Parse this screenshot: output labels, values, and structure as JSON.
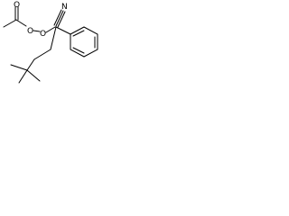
{
  "molecule": {
    "atom_labels": {
      "o_carbonyl": "O",
      "o_peroxy_1": "O",
      "o_peroxy_2": "O",
      "nitrile_n": "N"
    }
  },
  "colors": {
    "bond": "#000000",
    "label": "#000000",
    "background": "#ffffff"
  }
}
